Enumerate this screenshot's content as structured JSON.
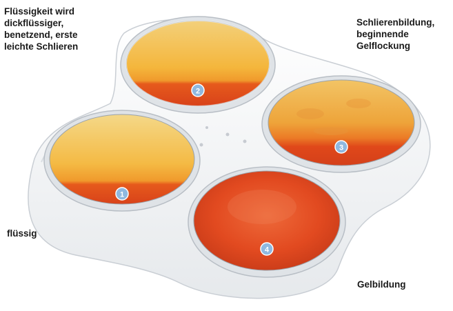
{
  "captions": {
    "top_left": "Flüssigkeit wird\ndickflüssiger,\nbenetzend, erste\nleichte Schlieren",
    "top_right": "Schlierenbildung,\nbeginnende\nGelflockung",
    "bottom_left": "flüssig",
    "bottom_right": "Gelbildung"
  },
  "wells": [
    {
      "number": "1",
      "state": "flüssig"
    },
    {
      "number": "2",
      "state": "dickflüssiger"
    },
    {
      "number": "3",
      "state": "Schlieren"
    },
    {
      "number": "4",
      "state": "Gel"
    }
  ],
  "colors": {
    "liquid_top": "#f6c14a",
    "liquid_bottom": "#e2451a",
    "gel": "#e04a22",
    "badge": "#8fb8e0",
    "tray": "#f2f4f6"
  }
}
